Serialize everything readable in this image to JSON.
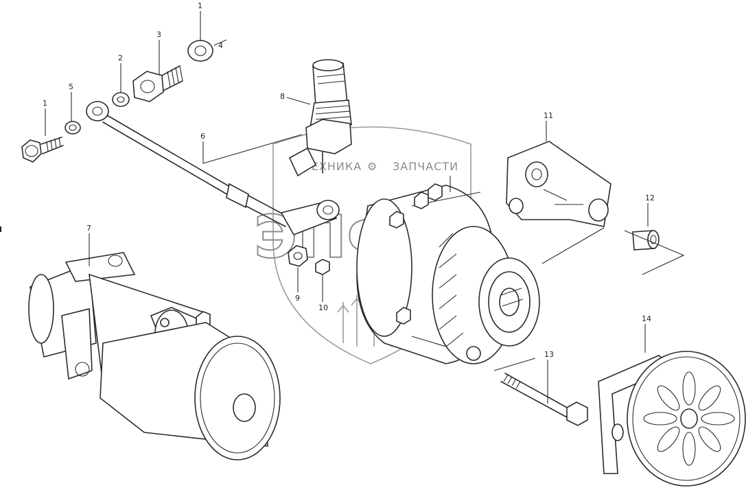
{
  "callouts": [
    {
      "id": "c1a",
      "text": "1"
    },
    {
      "id": "c1b",
      "text": "1"
    },
    {
      "id": "c2",
      "text": "2"
    },
    {
      "id": "c3",
      "text": "3"
    },
    {
      "id": "c4",
      "text": "4"
    },
    {
      "id": "c5",
      "text": "5"
    },
    {
      "id": "c6",
      "text": "6"
    },
    {
      "id": "c7",
      "text": "7"
    },
    {
      "id": "c8",
      "text": "8"
    },
    {
      "id": "c9",
      "text": "9"
    },
    {
      "id": "c10",
      "text": "10"
    },
    {
      "id": "c11",
      "text": "11"
    },
    {
      "id": "c12",
      "text": "12"
    },
    {
      "id": "c13",
      "text": "13"
    },
    {
      "id": "c14",
      "text": "14"
    }
  ],
  "watermark": {
    "left_word": "ТЕХНИКА",
    "right_word": "ЗАПЧАСТИ",
    "logo_letters": "ЭПФ"
  }
}
